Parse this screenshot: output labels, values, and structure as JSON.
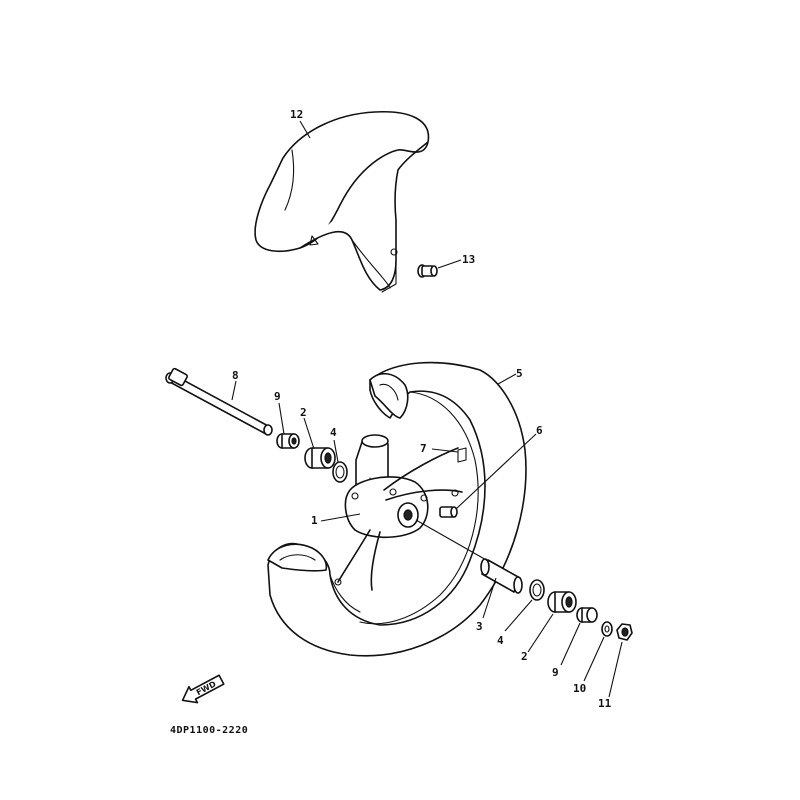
{
  "diagram": {
    "part_code": "4DP1100-2220",
    "fwd_label": "FWD",
    "callouts": {
      "c1": "1",
      "c2a": "2",
      "c2b": "2",
      "c3": "3",
      "c4a": "4",
      "c4b": "4",
      "c5": "5",
      "c6": "6",
      "c7": "7",
      "c8": "8",
      "c9a": "9",
      "c9b": "9",
      "c10": "10",
      "c11": "11",
      "c12": "12",
      "c13": "13"
    }
  }
}
